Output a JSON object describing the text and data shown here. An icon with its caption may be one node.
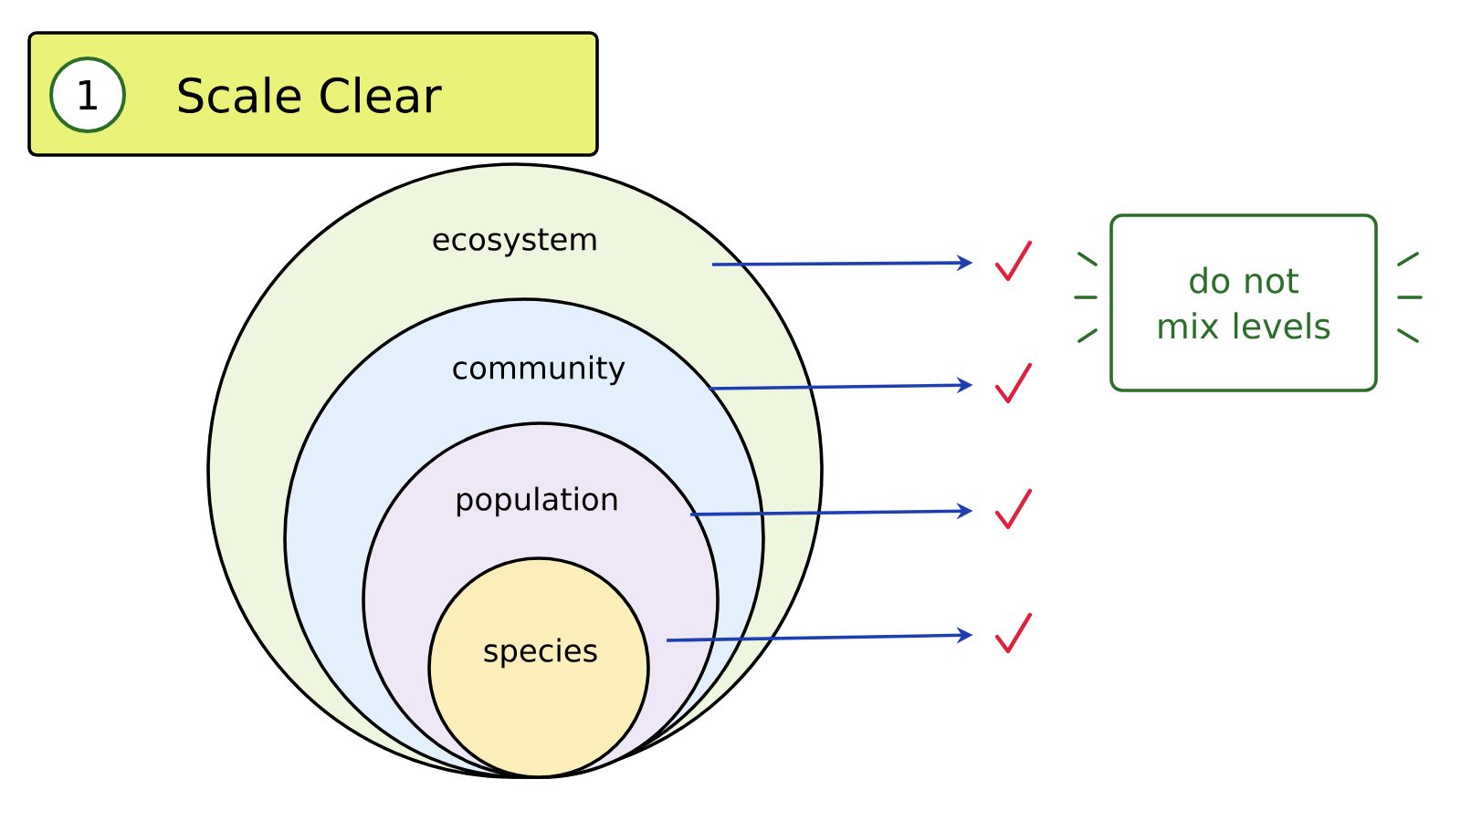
{
  "diagram": {
    "title": "Scale Clear",
    "nodes": [
      {
        "text": [
          "ecosystem"
        ]
      },
      {
        "text": [
          "community"
        ],
        "in": 0
      },
      {
        "text": [
          "population"
        ],
        "in": 1
      },
      {
        "text": [
          "species"
        ],
        "in": 2
      },
      {
        "text": [],
        "shape": "picture"
      },
      {
        "text": [],
        "shape": "picture"
      },
      {
        "text": [],
        "shape": "picture"
      },
      {
        "text": [],
        "shape": "picture"
      },
      {
        "text": [
          "do not mix levels"
        ]
      }
    ],
    "edges": [
      {
        "from": 0,
        "to": 4,
        "arrow": "to"
      },
      {
        "from": 1,
        "to": 5,
        "arrow": "to"
      },
      {
        "from": 2,
        "to": 6,
        "arrow": "to"
      },
      {
        "from": 3,
        "to": 7,
        "arrow": "to"
      }
    ],
    "labels": [
      "1"
    ]
  }
}
